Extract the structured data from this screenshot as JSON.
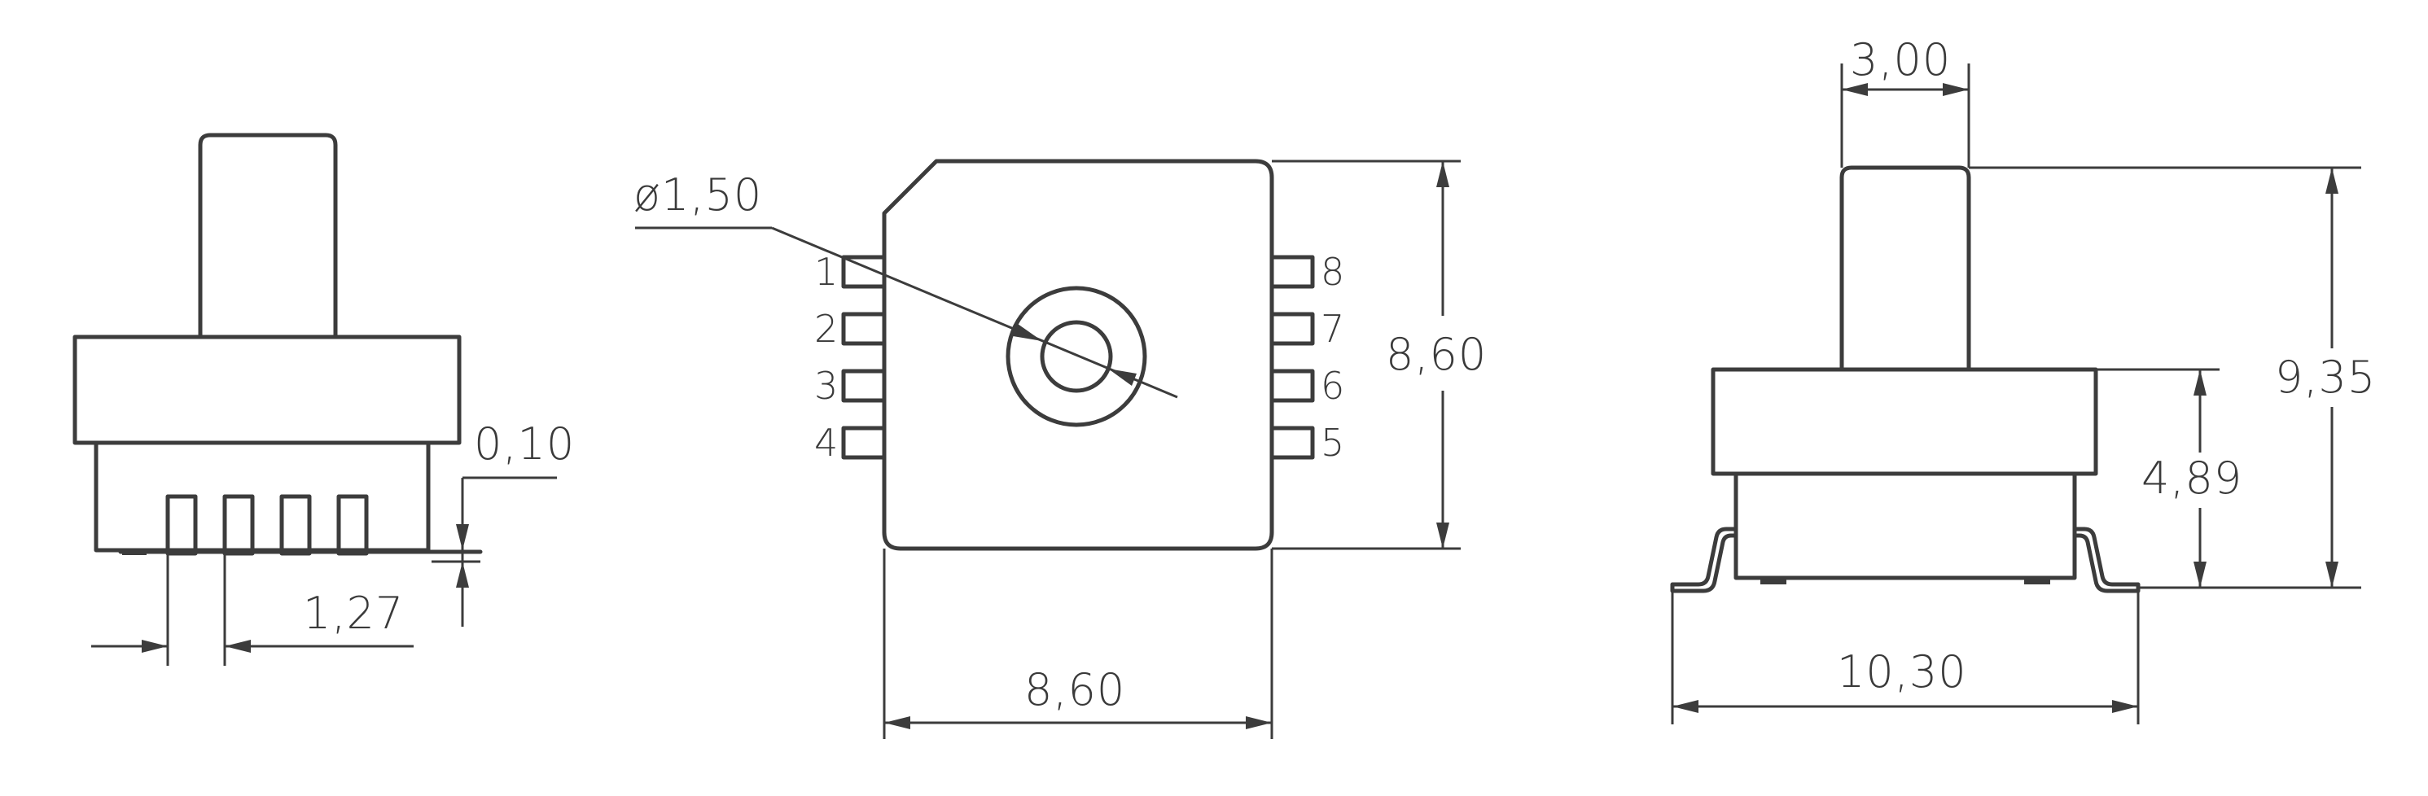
{
  "dimensions": {
    "side_left_thickness": "0,10",
    "side_left_pitch": "1,27",
    "top_diameter": "ø1,50",
    "top_height": "8,60",
    "top_width": "8,60",
    "right_port_width": "3,00",
    "right_total_height": "9,35",
    "right_body_height": "4,89",
    "right_total_width": "10,30"
  },
  "pins": {
    "left": [
      "1",
      "2",
      "3",
      "4"
    ],
    "right": [
      "8",
      "7",
      "6",
      "5"
    ]
  },
  "colors": {
    "line": "#3c3c3c",
    "text": "#3a3a3a",
    "background": "#ffffff"
  }
}
